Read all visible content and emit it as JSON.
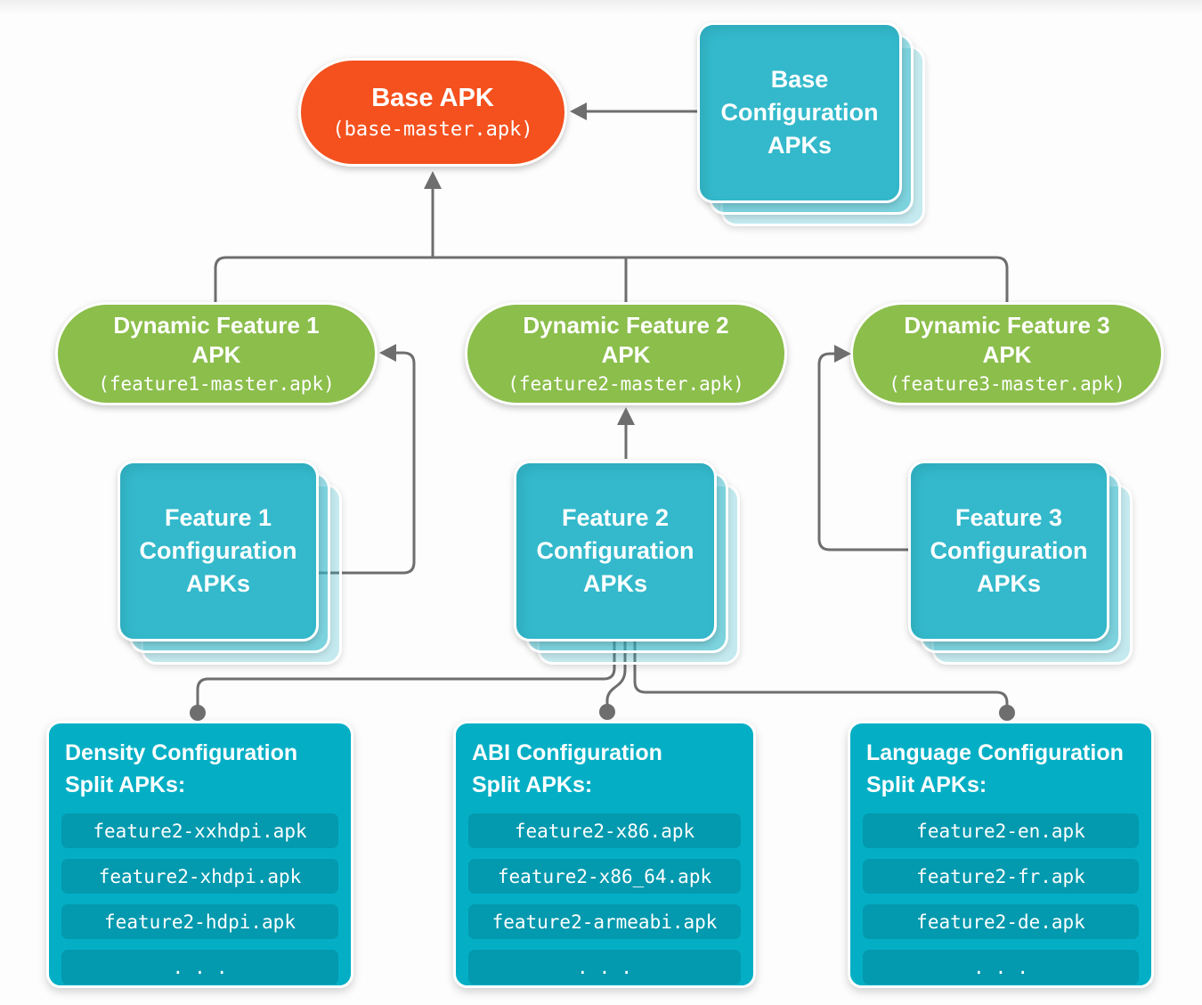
{
  "canvas": {
    "background": "#FDFDFD"
  },
  "colors": {
    "base_apk_fill": "#F4511E",
    "feature_apk_fill": "#8BBE4B",
    "config_card_fill": "#33B9CB",
    "split_box_fill": "#04AFC5",
    "connector_gray": "#6E6E6E",
    "text_white": "#FFFFFF"
  },
  "nodes": {
    "base_apk": {
      "title": "Base APK",
      "file": "(base-master.apk)"
    },
    "base_config": {
      "line1": "Base",
      "line2": "Configuration",
      "line3": "APKs"
    },
    "feature1_apk": {
      "line1": "Dynamic Feature 1",
      "line2": "APK",
      "file": "(feature1-master.apk)"
    },
    "feature2_apk": {
      "line1": "Dynamic Feature 2",
      "line2": "APK",
      "file": "(feature2-master.apk)"
    },
    "feature3_apk": {
      "line1": "Dynamic Feature 3",
      "line2": "APK",
      "file": "(feature3-master.apk)"
    },
    "feature1_config": {
      "line1": "Feature 1",
      "line2": "Configuration",
      "line3": "APKs"
    },
    "feature2_config": {
      "line1": "Feature 2",
      "line2": "Configuration",
      "line3": "APKs"
    },
    "feature3_config": {
      "line1": "Feature 3",
      "line2": "Configuration",
      "line3": "APKs"
    }
  },
  "split_boxes": [
    {
      "title_line1": "Density Configuration",
      "title_line2": "Split APKs:",
      "items": [
        "feature2-xxhdpi.apk",
        "feature2-xhdpi.apk",
        "feature2-hdpi.apk",
        "..."
      ]
    },
    {
      "title_line1": "ABI Configuration",
      "title_line2": "Split APKs:",
      "items": [
        "feature2-x86.apk",
        "feature2-x86_64.apk",
        "feature2-armeabi.apk",
        "..."
      ]
    },
    {
      "title_line1": "Language Configuration",
      "title_line2": "Split APKs:",
      "items": [
        "feature2-en.apk",
        "feature2-fr.apk",
        "feature2-de.apk",
        "..."
      ]
    }
  ]
}
